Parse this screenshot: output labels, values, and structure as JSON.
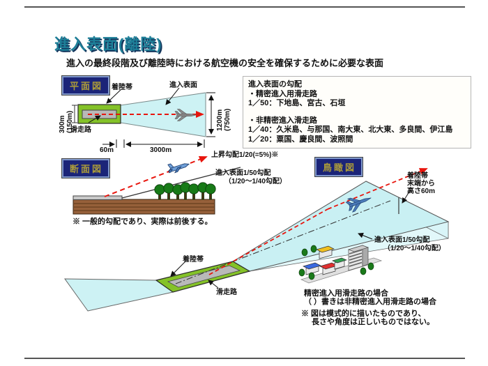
{
  "slide": {
    "title": "進入表面(離陸)",
    "subtitle": "進入の最終段階及び離陸時における航空機の安全を確保するために必要な表面"
  },
  "plan_view": {
    "tag": "平面図",
    "strip_label": "着陸帯",
    "surface_label": "進入表面",
    "runway_label": "滑走路",
    "dim_left_1": "300m",
    "dim_left_2": "(150m)",
    "dim_right_1": "1200m",
    "dim_right_2": "(750m)",
    "dim_margin": "60m",
    "dim_length": "3000m"
  },
  "gradient_box": {
    "heading": "進入表面の勾配",
    "precision_title": "・精密進入用滑走路",
    "precision_items": "1／50：下地島、宮古、石垣",
    "nonprecision_title": "・非精密進入滑走路",
    "nonprecision_items_1": "1／40：久米島、与那国、南大東、北大東、多良間、伊江島",
    "nonprecision_items_2": "1／20：粟国、慶良間、波照間"
  },
  "section_view": {
    "tag": "断面図",
    "climb_label": "上昇勾配1/20(=5%)※",
    "surface_label_1": "進入表面1/50勾配",
    "surface_label_2": "（1/20～1/40勾配）",
    "note": "※ 一般的勾配であり、実際は前後する。"
  },
  "bird_view": {
    "tag": "鳥瞰図",
    "height_label_1": "着陸帯",
    "height_label_2": "末端から",
    "height_label_3": "高さ60m",
    "surface_label_1": "進入表面1/50勾配",
    "surface_label_2": "（1/20～1/40勾配）",
    "strip_label": "着陸帯",
    "runway_label": "滑走路",
    "case_line_1": "精密進入用滑走路の場合",
    "case_line_2": "（ ）書きは非精密進入用滑走路の場合",
    "note_line_1": "※ 図は模式的に描いたものであり、",
    "note_line_2": "長さや角度は正しいものではない。"
  },
  "colors": {
    "title_teal": "#1d7f98",
    "strip_green": "#84c228",
    "runway_gray": "#b9b9b9",
    "surface_cyan": "#cdf2f4",
    "path_red": "#e8150d",
    "ground_brown": "#96603a"
  }
}
